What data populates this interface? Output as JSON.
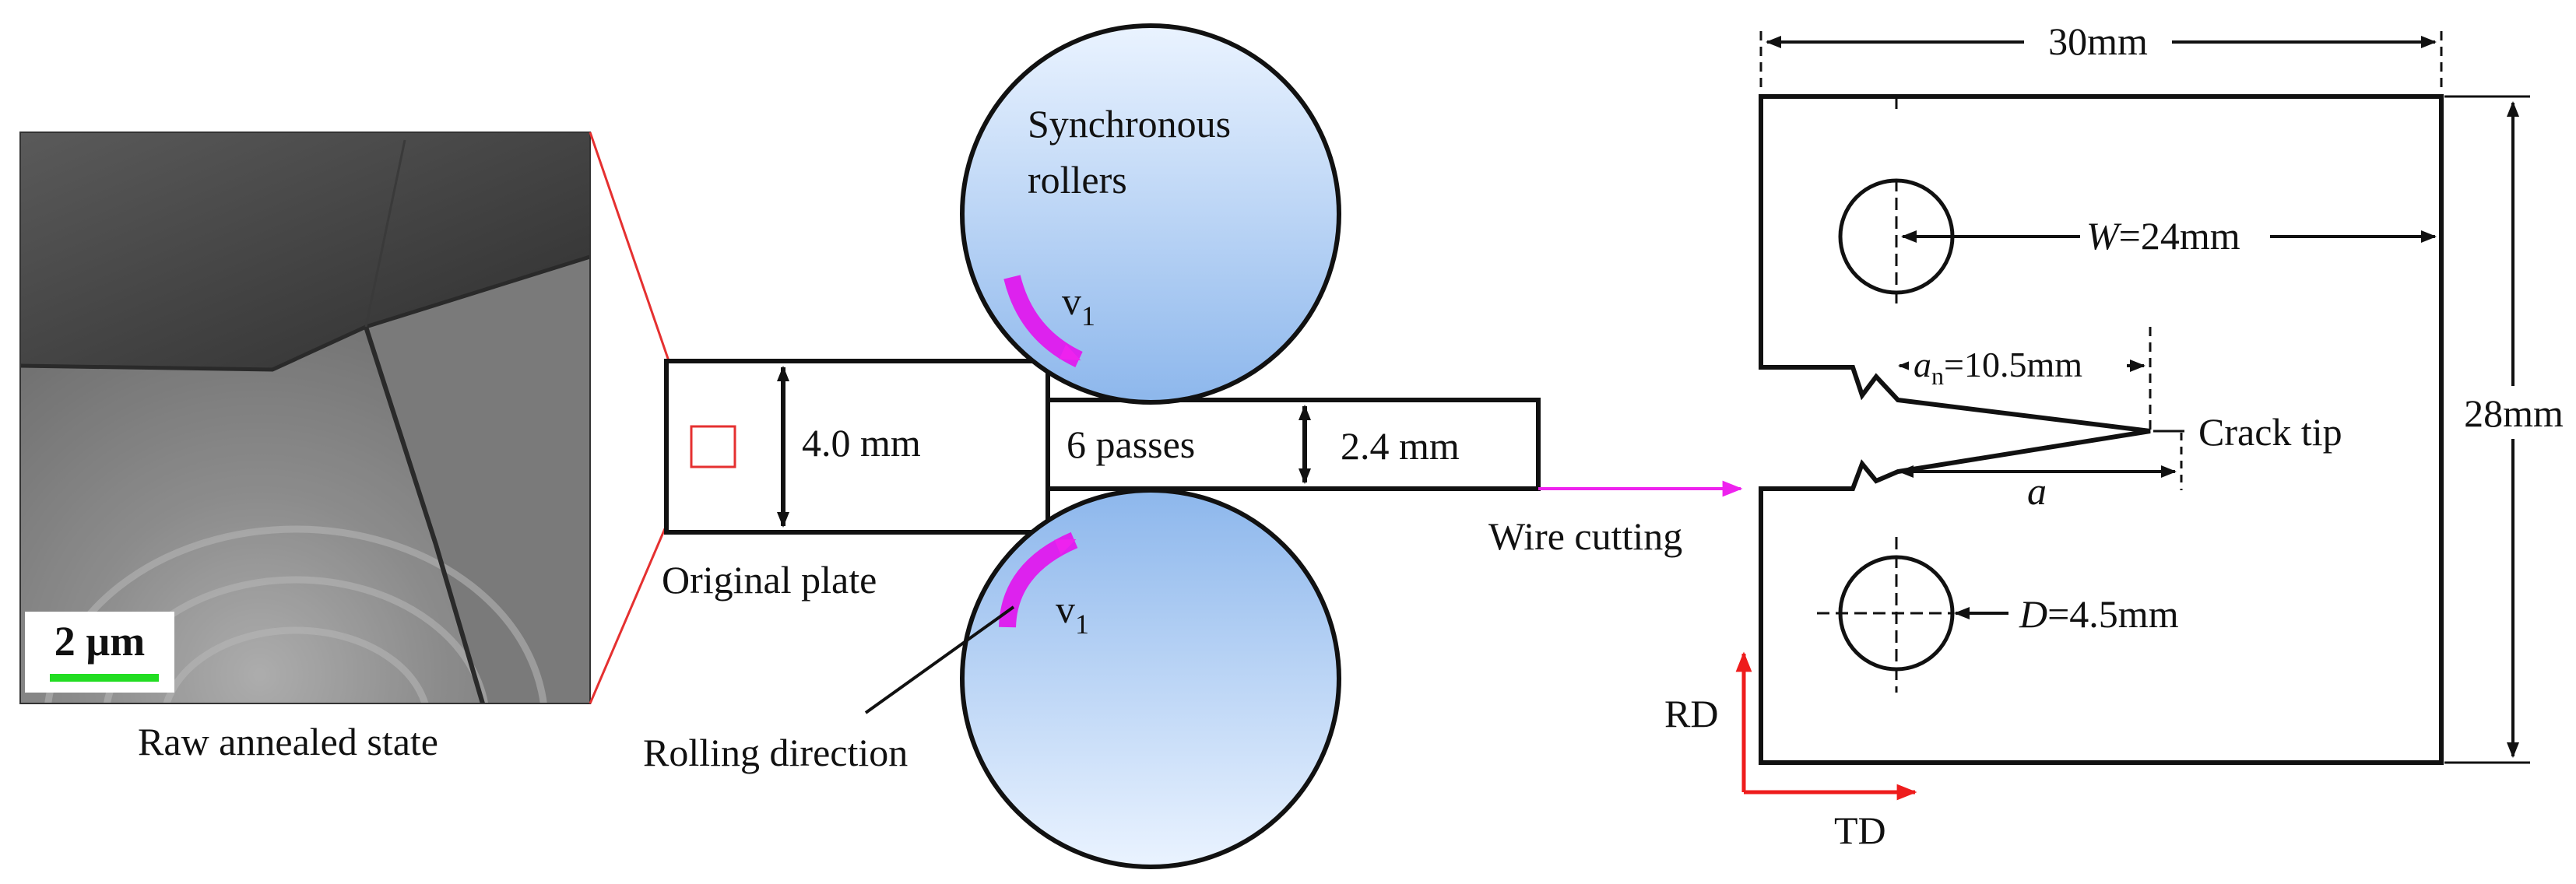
{
  "micrograph": {
    "scale_bar_label": "2 µm",
    "caption": "Raw annealed state"
  },
  "rolling": {
    "rollers_label_line1": "Synchronous",
    "rollers_label_line2": "rollers",
    "velocity_label": "v",
    "velocity_subscript": "1",
    "original_thickness": "4.0 mm",
    "passes": "6 passes",
    "final_thickness": "2.4 mm",
    "original_plate_label": "Original plate",
    "rolling_direction_label": "Rolling direction",
    "wire_cutting_label": "Wire cutting"
  },
  "specimen": {
    "width_label": "30mm",
    "height_label": "28mm",
    "w_symbol": "W",
    "w_value": "=24mm",
    "an_symbol": "a",
    "an_subscript": "n",
    "an_value": "=10.5mm",
    "crack_tip_label": "Crack tip",
    "a_symbol": "a",
    "d_symbol": "D",
    "d_value": "=4.5mm",
    "rd_label": "RD",
    "td_label": "TD"
  },
  "colors": {
    "roller_top": "#bcd4f4",
    "roller_bottom": "#8fb8ec",
    "arc_arrow": "#dd22ee",
    "wire_arrow": "#ee22ee",
    "zoom_lines": "#e53030",
    "scale_bar": "#22dd22",
    "axis_arrows": "#ee1c1c"
  }
}
